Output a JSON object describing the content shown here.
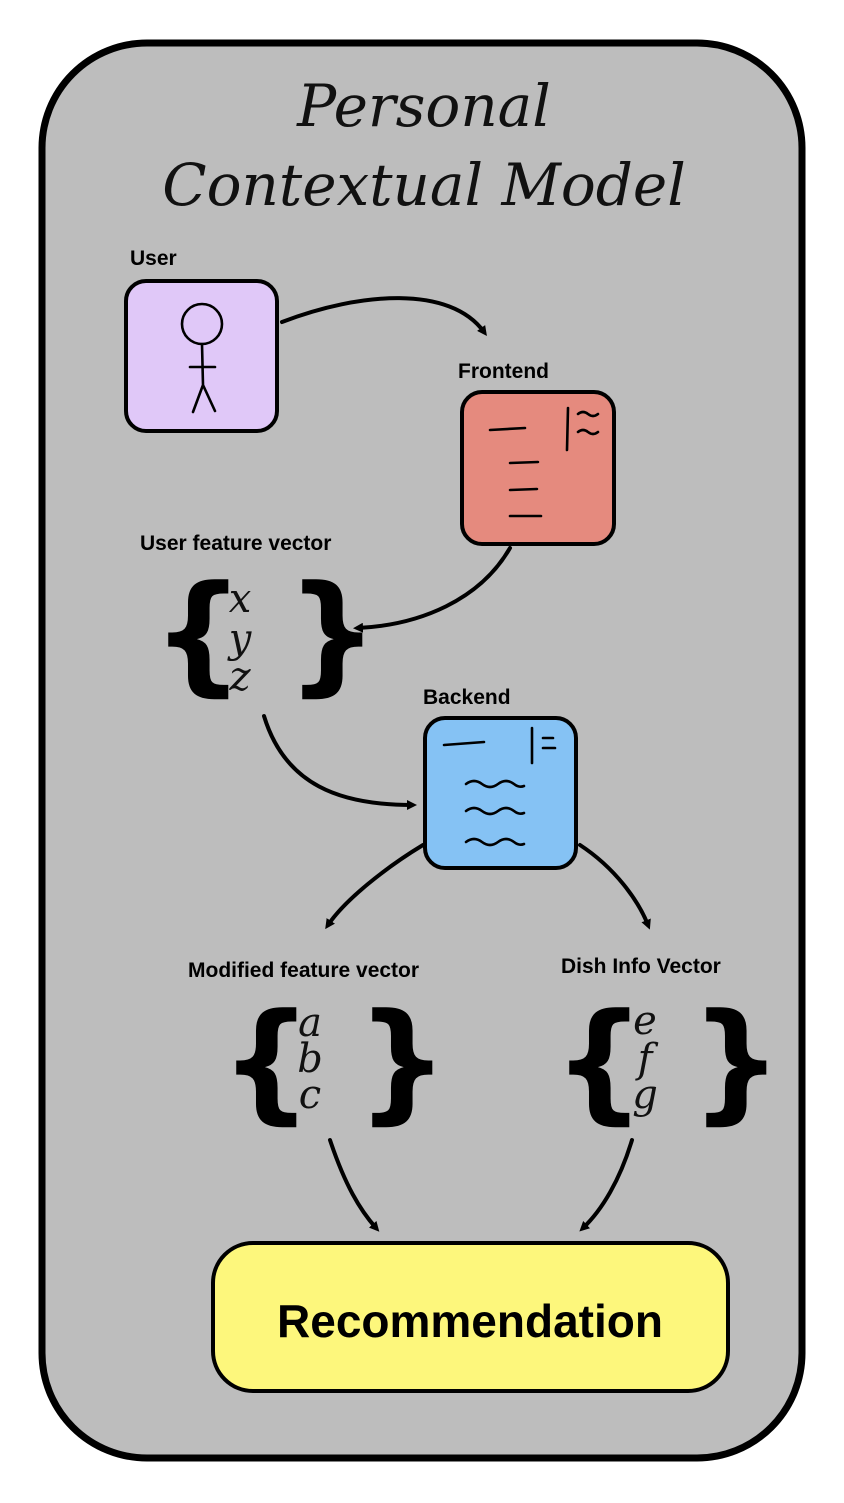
{
  "title": {
    "line1": "Personal",
    "line2": "Contextual Model"
  },
  "nodes": {
    "user": {
      "label": "User",
      "color": "#e0c8f8"
    },
    "frontend": {
      "label": "Frontend",
      "color": "#e58a7e"
    },
    "backend": {
      "label": "Backend",
      "color": "#85c2f4"
    },
    "user_feature_vector": {
      "label": "User feature vector",
      "items": [
        "x",
        "y",
        "z"
      ]
    },
    "modified_feature_vector": {
      "label": "Modified feature vector",
      "items": [
        "a",
        "b",
        "c"
      ]
    },
    "dish_info_vector": {
      "label": "Dish Info Vector",
      "items": [
        "e",
        "f",
        "g"
      ]
    },
    "recommendation": {
      "label": "Recommendation",
      "color": "#fdf77c"
    }
  },
  "edges": [
    {
      "from": "User",
      "to": "Frontend"
    },
    {
      "from": "Frontend",
      "to": "User feature vector"
    },
    {
      "from": "User feature vector",
      "to": "Backend"
    },
    {
      "from": "Backend",
      "to": "Modified feature vector"
    },
    {
      "from": "Backend",
      "to": "Dish Info Vector"
    },
    {
      "from": "Modified feature vector",
      "to": "Recommendation"
    },
    {
      "from": "Dish Info Vector",
      "to": "Recommendation"
    }
  ],
  "colors": {
    "panel": "#bdbdbd",
    "outline": "#000000"
  }
}
